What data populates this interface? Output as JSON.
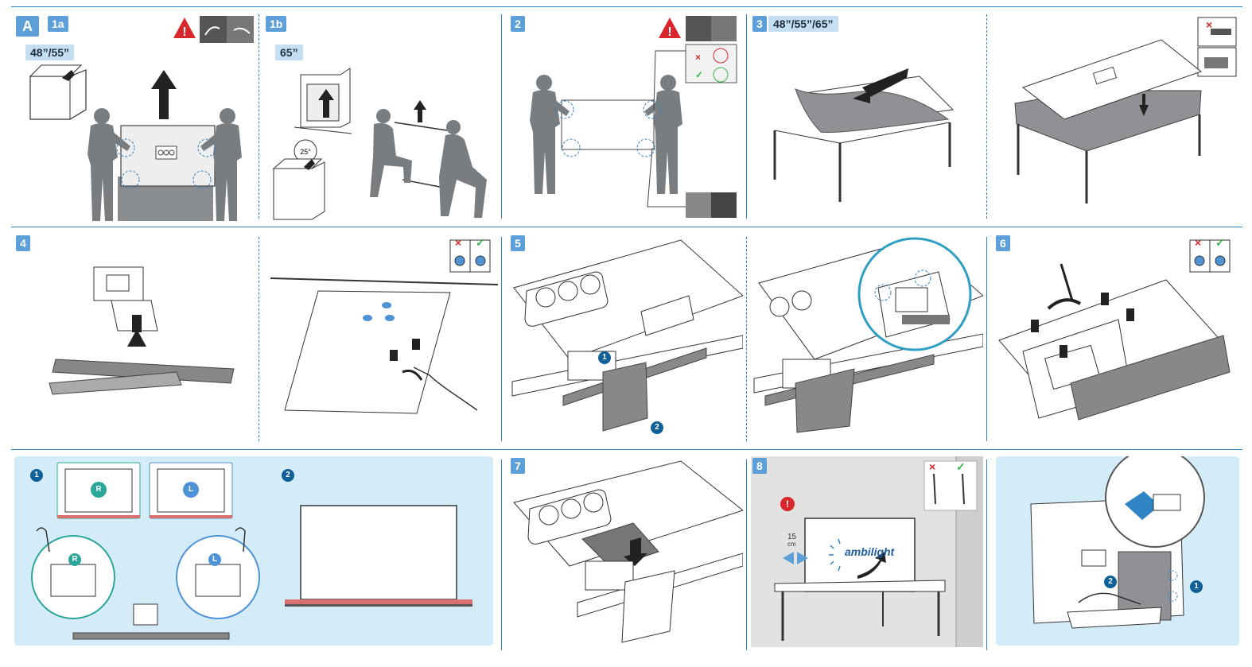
{
  "colors": {
    "accent": "#2f84c4",
    "badge": "#5d9fd8",
    "size_label_bg": "#c5dff2",
    "warning": "#d9262c",
    "ok": "#3cb34a",
    "step_circle": "#0f5f99",
    "light_panel": "#d4ecf7",
    "figure_gray": "#7a7d80",
    "teal_letter": "#2ba79a",
    "blue_letter": "#4e93d6",
    "stand_red": "#d97070"
  },
  "steps": {
    "a": "A",
    "s1a": "1a",
    "s1b": "1b",
    "s2": "2",
    "s3": "3",
    "s4": "4",
    "s5": "5",
    "s6": "6",
    "s7": "7",
    "s8": "8"
  },
  "sizes": {
    "s1a": "48”/55”",
    "s1b": "65”",
    "s3": "48”/55”/65”"
  },
  "markers": {
    "one": "1",
    "two": "2",
    "right": "R",
    "left": "L"
  },
  "dimension": {
    "value": "15",
    "unit": "cm"
  },
  "brand_text": "ambilight",
  "icons": {
    "warning": "warning-triangle-icon",
    "alert": "alert-circle-icon",
    "cross": "cross-icon",
    "check": "check-icon",
    "arrow": "arrow-up-icon"
  }
}
